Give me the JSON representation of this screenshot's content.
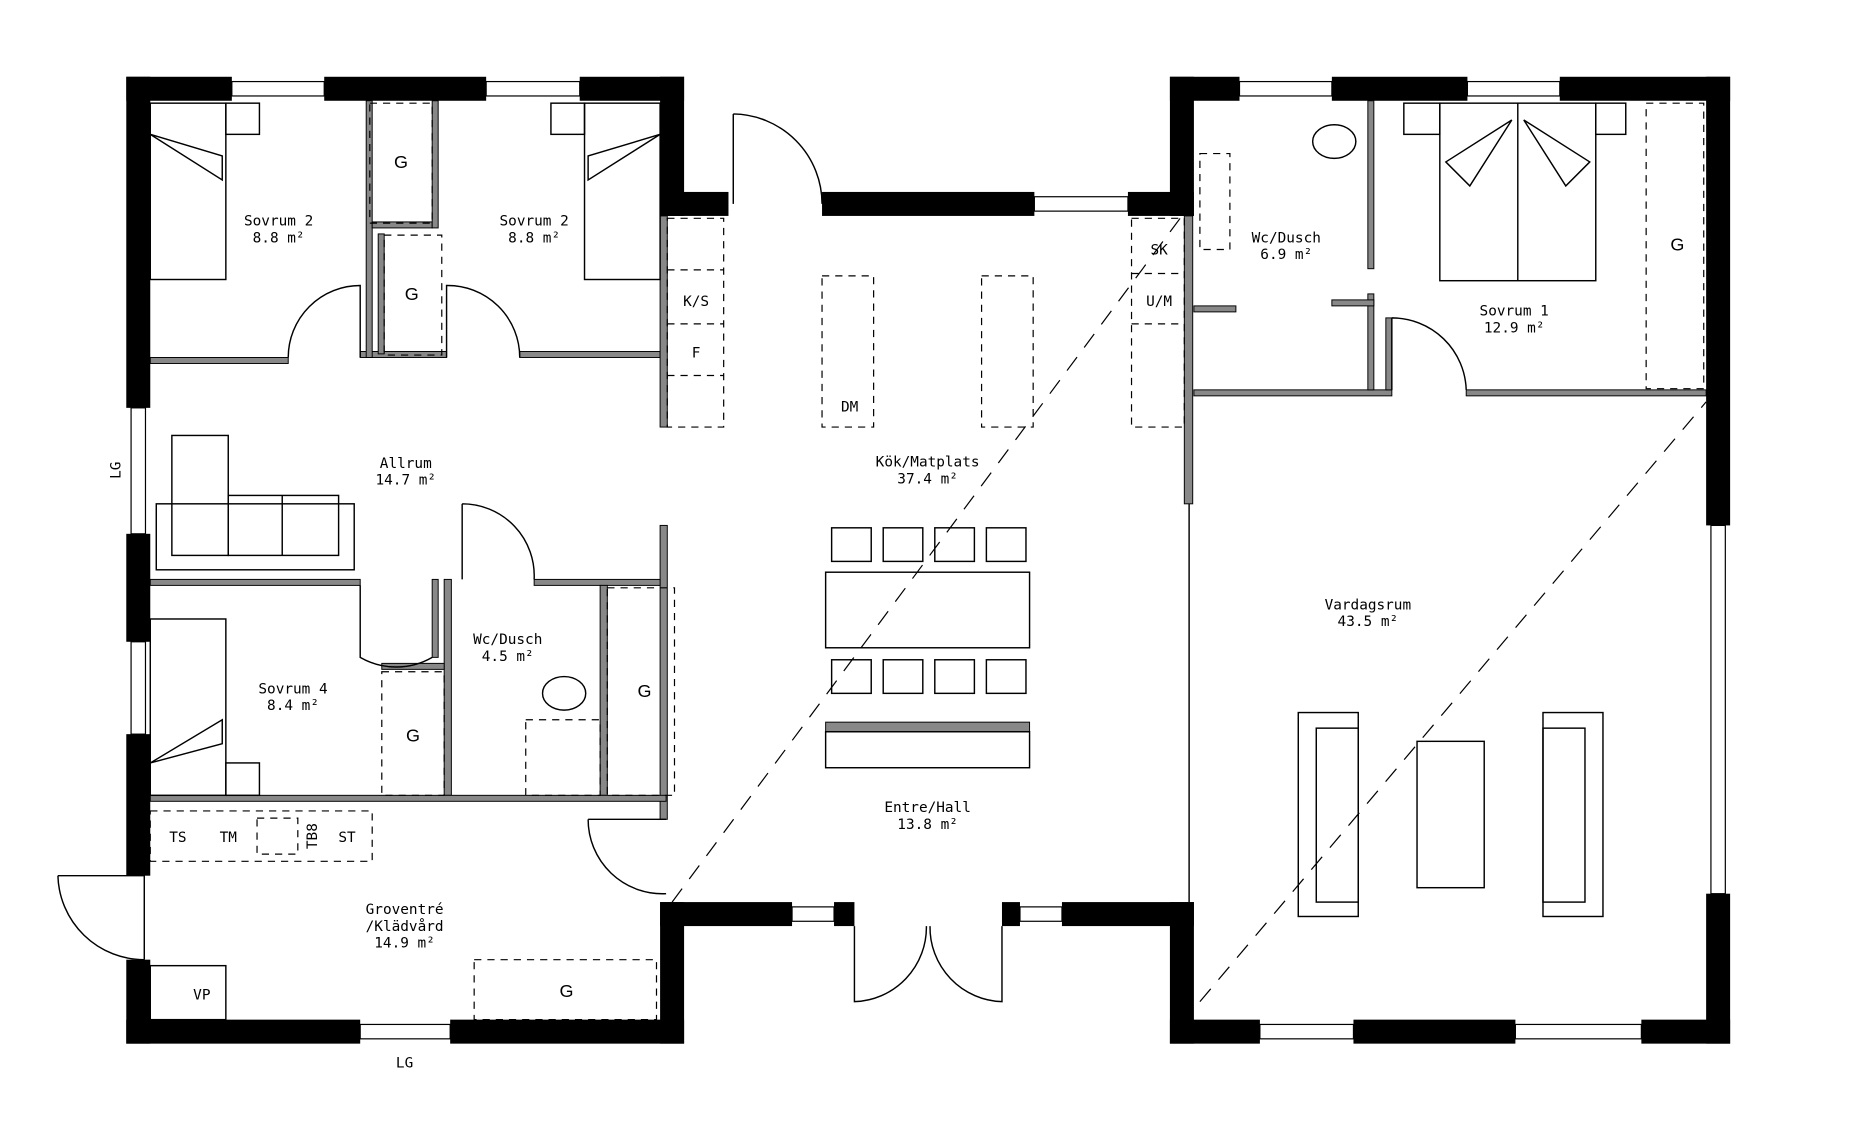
{
  "colors": {
    "walls": "#000000",
    "background": "#ffffff",
    "partition": "#888888"
  },
  "rooms": [
    {
      "name": "Sovrum 2",
      "area": "8.8 m²"
    },
    {
      "name": "Sovrum 2",
      "area": "8.8 m²"
    },
    {
      "name": "Allrum",
      "area": "14.7 m²"
    },
    {
      "name": "Sovrum 4",
      "area": "8.4 m²"
    },
    {
      "name": "Wc/Dusch",
      "area": "4.5 m²"
    },
    {
      "name": "Kök/Matplats",
      "area": "37.4 m²"
    },
    {
      "name": "Entre/Hall",
      "area": "13.8 m²"
    },
    {
      "name": "Groventré",
      "name2": "/Klädvård",
      "area": "14.9 m²"
    },
    {
      "name": "Wc/Dusch",
      "area": "6.9 m²"
    },
    {
      "name": "Sovrum 1",
      "area": "12.9 m²"
    },
    {
      "name": "Vardagsrum",
      "area": "43.5 m²"
    }
  ],
  "labels": {
    "storage": "G",
    "lg": "LG",
    "ks": "K/S",
    "f": "F",
    "dm": "DM",
    "sk": "SK",
    "um": "U/M",
    "ts": "TS",
    "tm": "TM",
    "tb8": "TB8",
    "st": "ST",
    "vp": "VP"
  }
}
